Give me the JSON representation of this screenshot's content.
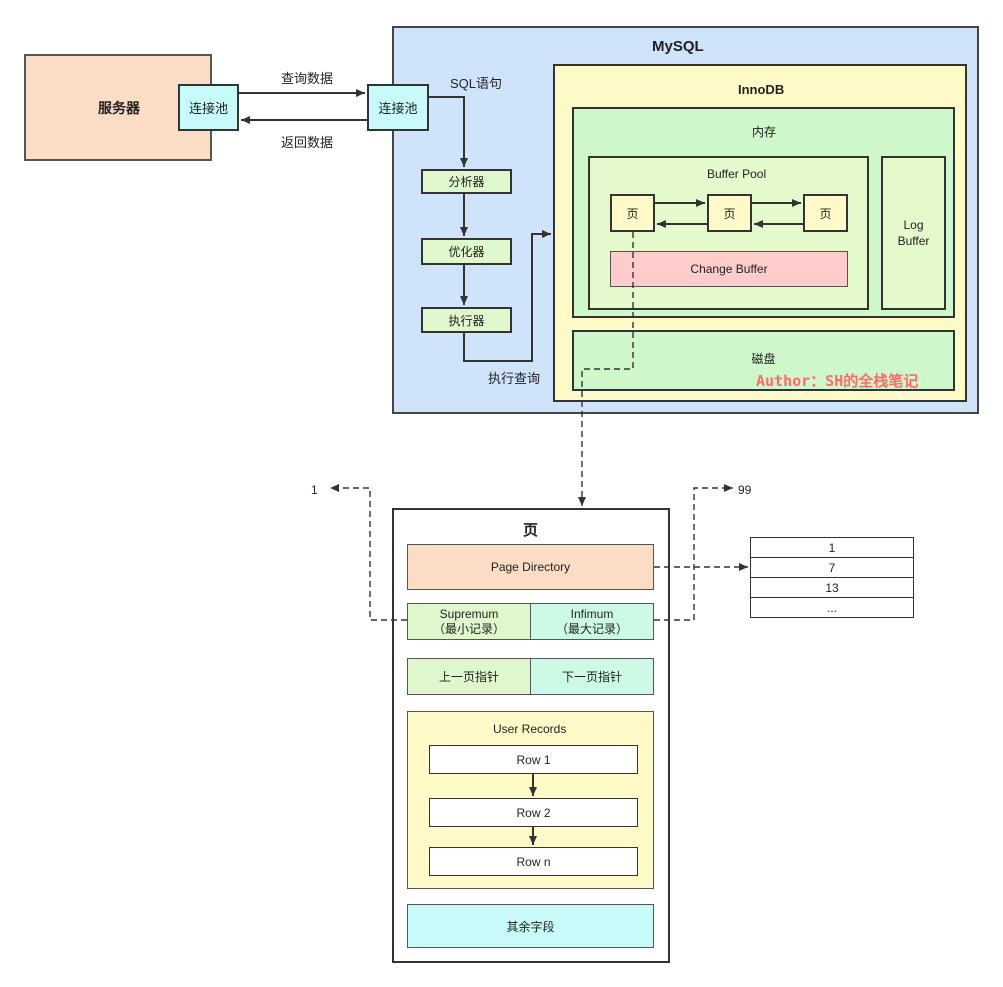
{
  "server": {
    "label": "服务器",
    "pool_label": "连接池"
  },
  "link": {
    "query_data": "查询数据",
    "return_data": "返回数据"
  },
  "mysql": {
    "title": "MySQL",
    "pool_label": "连接池",
    "sql_label": "SQL语句",
    "analyzer": "分析器",
    "optimizer": "优化器",
    "executor": "执行器",
    "exec_query": "执行查询",
    "innodb": {
      "title": "InnoDB",
      "memory": {
        "title": "内存",
        "buffer_pool": {
          "title": "Buffer Pool",
          "pages": [
            "页",
            "页",
            "页"
          ],
          "change_buffer": "Change Buffer"
        },
        "log_buffer": "Log\nBuffer"
      },
      "disk": "磁盘",
      "watermark": "Author：SH的全栈笔记"
    }
  },
  "page": {
    "title": "页",
    "page_directory": "Page Directory",
    "supremum": "Supremum\n（最小记录）",
    "infimum": "Infimum\n（最大记录）",
    "prev_pointer": "上一页指针",
    "next_pointer": "下一页指针",
    "user_records": {
      "title": "User Records",
      "rows": [
        "Row 1",
        "Row 2",
        "Row n"
      ]
    },
    "other_fields": "其余字段",
    "prev_page_num": "1",
    "next_page_num": "99"
  },
  "directory_slots": [
    "1",
    "7",
    "13",
    "..."
  ],
  "colors": {
    "server_bg": "#fbdcc4",
    "pool_bg": "#c9fafa",
    "mysql_bg": "#cfe4fb",
    "innodb_bg": "#fffac8",
    "memory_bg": "#cff7cc",
    "pool_inner_bg": "#e4f9cc",
    "page_bg": "#fffac8",
    "change_buffer_bg": "#ffcccc",
    "step_bg": "#dff7cc",
    "watermark": "#ff6b6b"
  }
}
